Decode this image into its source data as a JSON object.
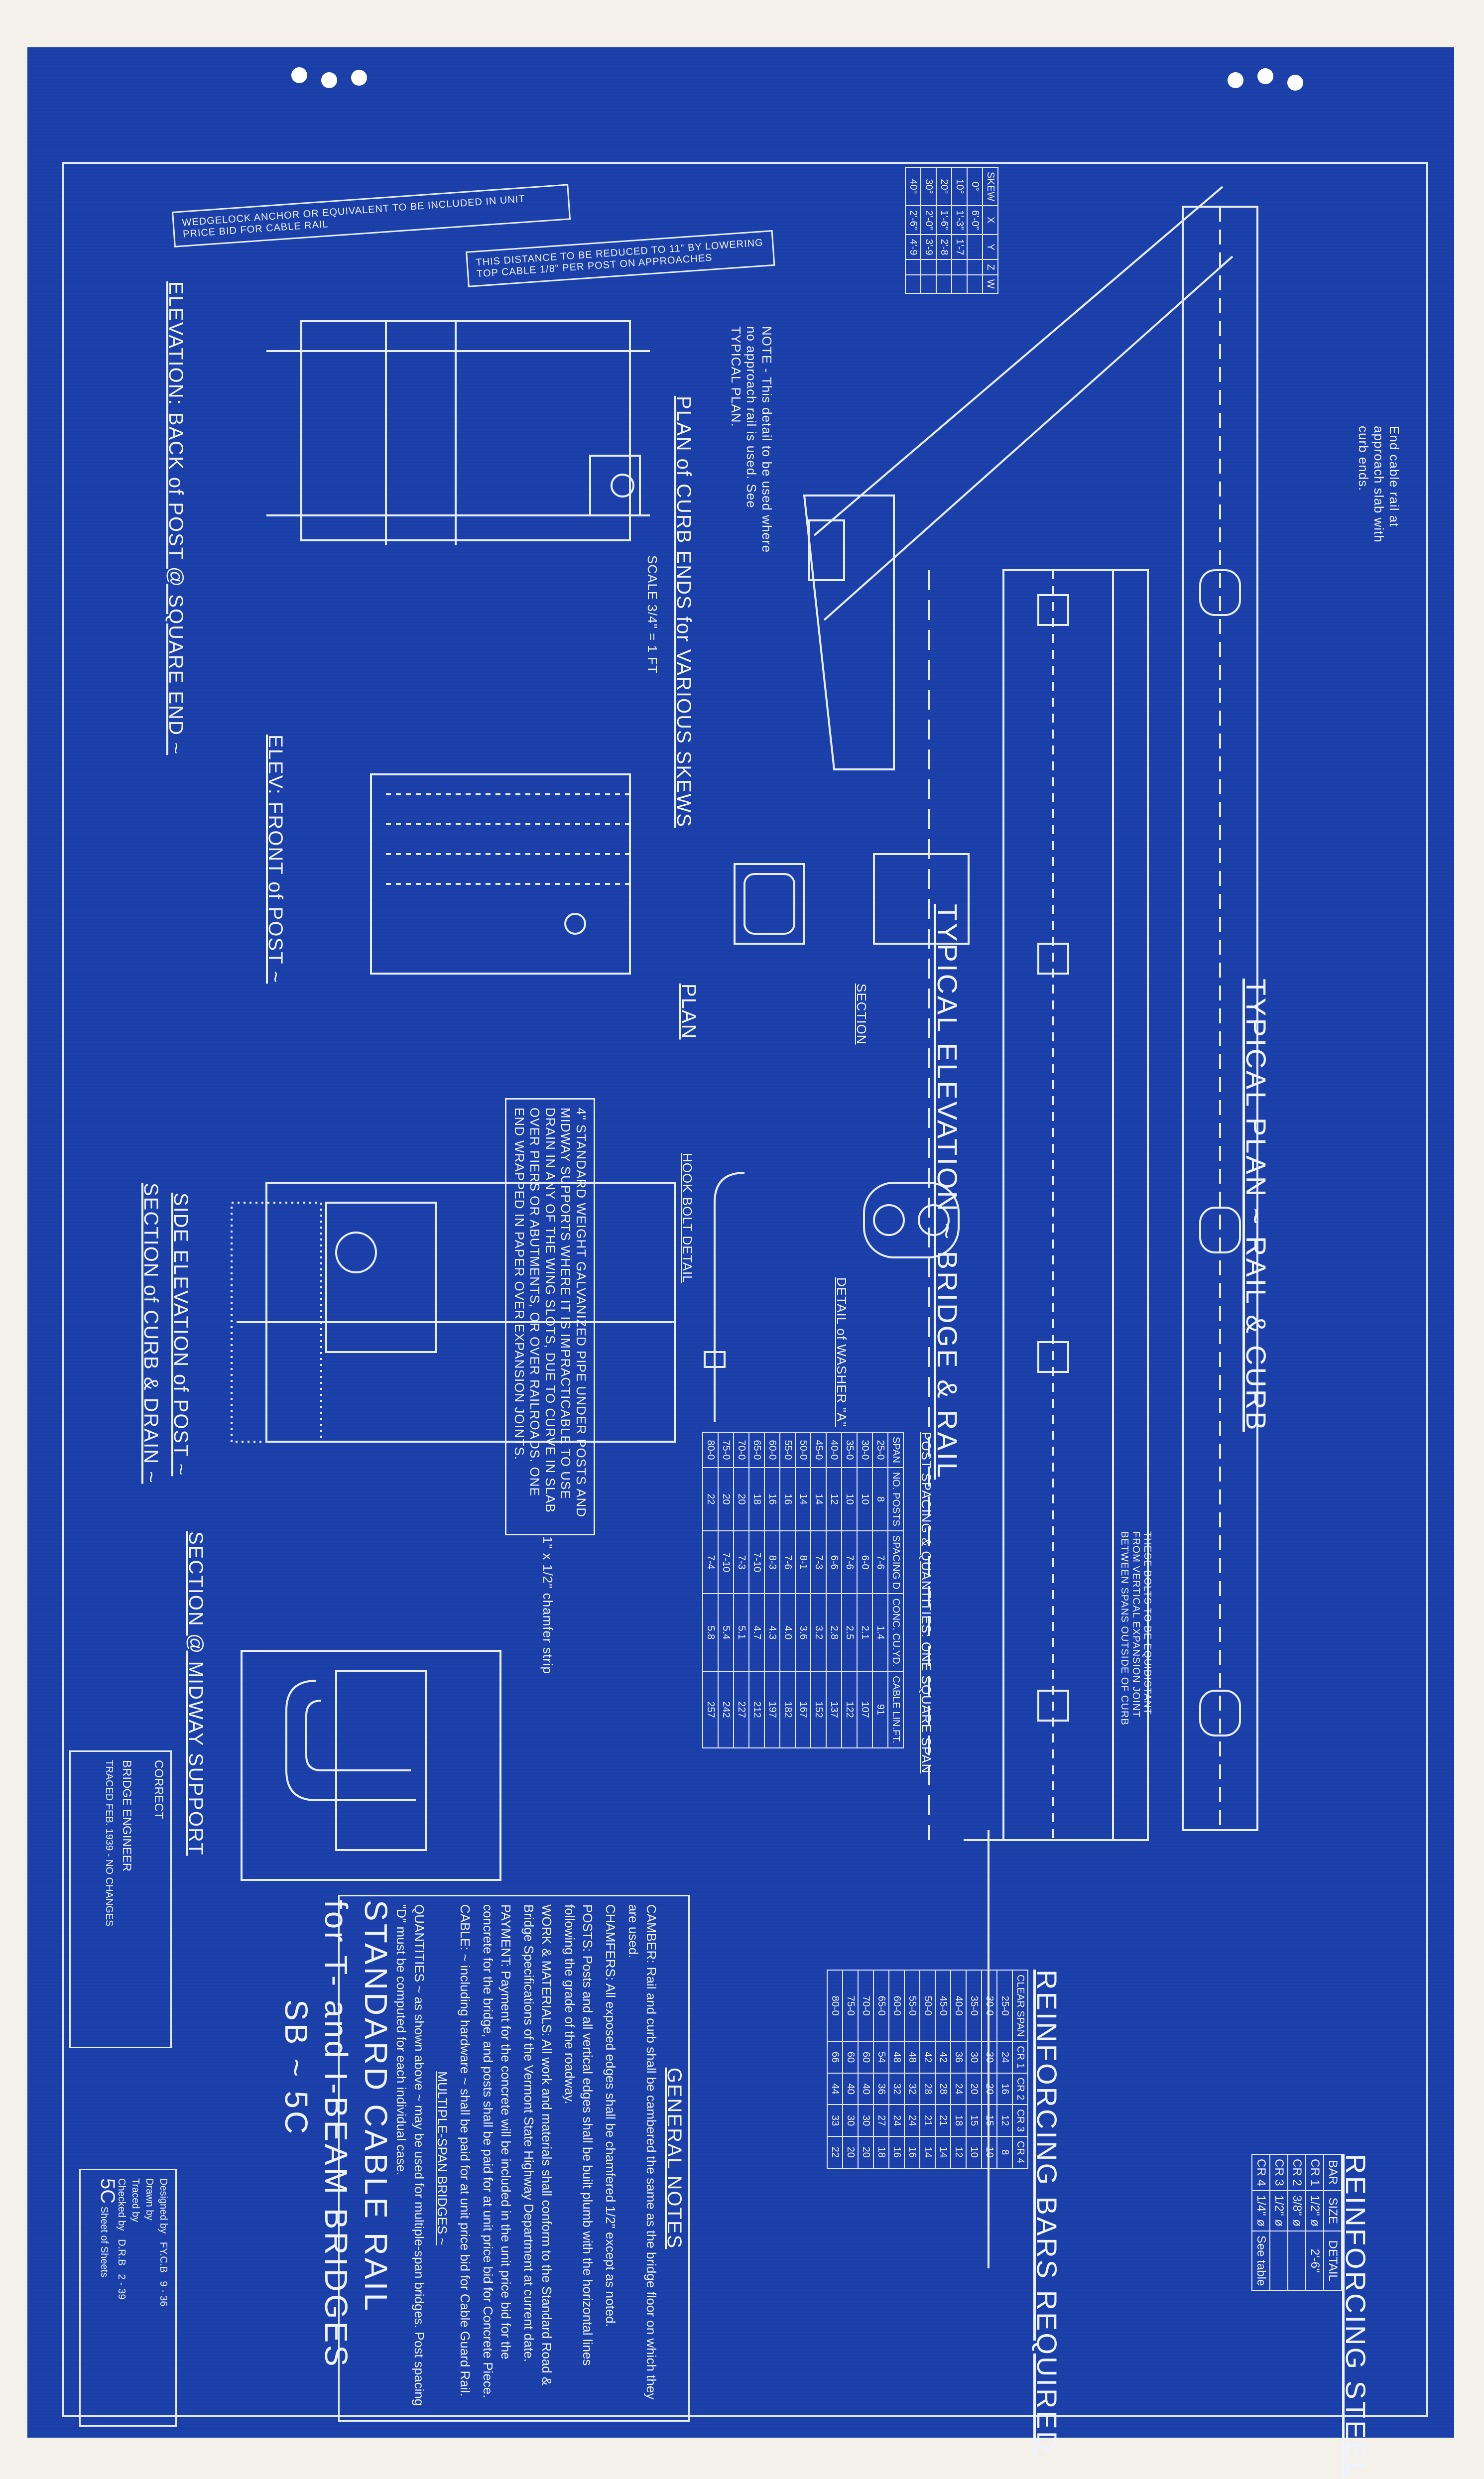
{
  "title": {
    "line1": "STANDARD CABLE RAIL",
    "line2": "for T- and I-BEAM BRIDGES",
    "line3": "SB ~ 5C"
  },
  "notes_top": {
    "wedgelock": "WEDGELOCK ANCHOR OR EQUIVALENT TO BE INCLUDED IN UNIT PRICE BID FOR CABLE RAIL",
    "distance": "THIS DISTANCE TO BE REDUCED TO 11\" BY LOWERING TOP CABLE 1/8\" PER POST ON APPROACHES"
  },
  "view_labels": {
    "elev_back": "ELEVATION: BACK of POST @ SQUARE END ~",
    "plan_curb": "PLAN of CURB ENDS for VARIOUS SKEWS",
    "plan_scale": "SCALE 3/4\" = 1 FT",
    "elev_front": "ELEV: FRONT of POST ~",
    "plan": "PLAN",
    "side_elev": "SIDE ELEVATION of POST ~",
    "section_curb": "SECTION of CURB & DRAIN ~",
    "section_midway": "SECTION @ MIDWAY SUPPORT",
    "hook_bolt": "HOOK BOLT DETAIL",
    "section": "SECTION",
    "washer": "DETAIL of WASHER \"A\"",
    "typical_elev": "TYPICAL ELEVATION ~ BRIDGE & RAIL",
    "typical_plan": "TYPICAL PLAN ~ RAIL & CURB",
    "note_typical": "NOTE - This detail to be used where no approach rail is used. See TYPICAL PLAN.",
    "pipe_note": "4\" STANDARD WEIGHT GALVANIZED PIPE UNDER POSTS AND MIDWAY SUPPORTS WHERE IT IS IMPRACTICABLE TO USE DRAIN IN ANY OF THE WING SLOTS, DUE TO CURVE IN SLAB OVER PIERS OR ABUTMENTS, OR OVER RAILROADS. ONE END WRAPPED IN PAPER OVER EXPANSION JOINTS.",
    "chamfer": "1\" x 1/2\" chamfer strip",
    "end_rail": "End cable rail at approach slab with curb ends.",
    "bolts_note": "THESE BOLTS TO BE EQUIDISTANT FROM VERTICAL EXPANSION JOINT BETWEEN SPANS OUTSIDE OF CURB",
    "post_spacing_title": "POST SPACING & QUANTITIES: ONE SQUARE SPAN",
    "reinf_required": "REINFORCING BARS REQUIRED",
    "reinf_steel": "REINFORCING STEEL"
  },
  "general_notes": {
    "heading": "GENERAL NOTES",
    "camber": "CAMBER: Rail and curb shall be cambered the same as the bridge floor on which they are used.",
    "chamfers": "CHAMFERS: All exposed edges shall be chamfered 1/2\" except as noted.",
    "posts": "POSTS: Posts and all vertical edges shall be built plumb with the horizontal lines following the grade of the roadway.",
    "work": "WORK & MATERIALS: All work and materials shall conform to the Standard Road & Bridge Specifications of the Vermont State Highway Department at current date.",
    "payment": "PAYMENT: Payment for the concrete will be included in the unit price bid for the concrete for the bridge, and posts shall be paid for at unit price bid for Concrete Piece.",
    "cable": "CABLE: ~ including hardware ~ shall be paid for at unit price bid for Cable Guard Rail.",
    "multi_heading": "MULTIPLE-SPAN BRIDGES ~",
    "multi_text": "QUANTITIES ~ as shown above ~ may be used for multiple-span bridges. Post spacing \"D\" must be computed for each individual case."
  },
  "signature": {
    "correct": "CORRECT",
    "engineer": "BRIDGE ENGINEER",
    "traced": "TRACED FEB. 1939 - NO CHANGES",
    "designed_by": "Designed by",
    "drawn_by": "Drawn by",
    "traced_by": "Traced by",
    "checked_by": "Checked by",
    "initials1": "FY.C.B",
    "initials2": "D.R.B",
    "date1": "9 - 36",
    "date2": "2 - 39",
    "sheet_no": "5C",
    "sheet_label": "Sheet",
    "of_label": "of",
    "sheets_label": "Sheets"
  },
  "dimensions_table": {
    "headers": [
      "SKEW",
      "X",
      "Y",
      "Z",
      "W"
    ],
    "rows": [
      [
        "0°",
        "6'-0\"",
        "",
        "",
        ""
      ],
      [
        "10°",
        "1'-3\"",
        "1'-7",
        "",
        ""
      ],
      [
        "20°",
        "1'-6\"",
        "2'-8",
        "",
        ""
      ],
      [
        "30°",
        "2'-0\"",
        "3'-9",
        "",
        ""
      ],
      [
        "40°",
        "2'-6\"",
        "4'-9",
        "",
        ""
      ]
    ]
  },
  "post_spacing_table": {
    "headers": [
      "SPAN",
      "NO. POSTS",
      "SPACING D",
      "CONC. CU.YD.",
      "CABLE LIN.FT."
    ],
    "rows": [
      [
        "25-0",
        "8",
        "7-6",
        "1.4",
        "91"
      ],
      [
        "30-0",
        "10",
        "6-0",
        "2.1",
        "107"
      ],
      [
        "35-0",
        "10",
        "7-6",
        "2.5",
        "122"
      ],
      [
        "40-0",
        "12",
        "6-6",
        "2.8",
        "137"
      ],
      [
        "45-0",
        "14",
        "7-3",
        "3.2",
        "152"
      ],
      [
        "50-0",
        "14",
        "8-1",
        "3.6",
        "167"
      ],
      [
        "55-0",
        "16",
        "7-6",
        "4.0",
        "182"
      ],
      [
        "60-0",
        "16",
        "8-3",
        "4.3",
        "197"
      ],
      [
        "65-0",
        "18",
        "7-10",
        "4.7",
        "212"
      ],
      [
        "70-0",
        "20",
        "7-3",
        "5.1",
        "227"
      ],
      [
        "75-0",
        "20",
        "7-10",
        "5.4",
        "242"
      ],
      [
        "80-0",
        "22",
        "7-4",
        "5.8",
        "257"
      ]
    ]
  },
  "reinf_table": {
    "headers": [
      "CLEAR SPAN",
      "CR 1",
      "CR 2",
      "CR 3",
      "CR 4"
    ],
    "rows": [
      [
        "25-0",
        "24",
        "16",
        "12",
        "8"
      ],
      [
        "30-0",
        "30",
        "20",
        "15",
        "10"
      ],
      [
        "35-0",
        "30",
        "20",
        "15",
        "10"
      ],
      [
        "40-0",
        "36",
        "24",
        "18",
        "12"
      ],
      [
        "45-0",
        "42",
        "28",
        "21",
        "14"
      ],
      [
        "50-0",
        "42",
        "28",
        "21",
        "14"
      ],
      [
        "55-0",
        "48",
        "32",
        "24",
        "16"
      ],
      [
        "60-0",
        "48",
        "32",
        "24",
        "16"
      ],
      [
        "65-0",
        "54",
        "36",
        "27",
        "18"
      ],
      [
        "70-0",
        "60",
        "40",
        "30",
        "20"
      ],
      [
        "75-0",
        "60",
        "40",
        "30",
        "20"
      ],
      [
        "80-0",
        "66",
        "44",
        "33",
        "22"
      ]
    ]
  },
  "steel_table": {
    "headers": [
      "BAR",
      "SIZE",
      "DETAIL"
    ],
    "rows": [
      [
        "CR 1",
        "1/2\" ø",
        "2'-6\""
      ],
      [
        "CR 2",
        "3/8\" ø",
        ""
      ],
      [
        "CR 3",
        "1/2\" ø",
        ""
      ],
      [
        "CR 4",
        "1/4\" ø",
        "See table"
      ]
    ]
  },
  "colors": {
    "blueprint": "#1a3fa8",
    "line": "#e6edff",
    "paper": "#f4f1ea"
  }
}
